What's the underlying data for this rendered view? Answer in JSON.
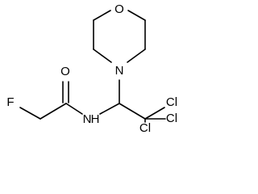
{
  "molecule": {
    "atoms": {
      "oxygen_ring": "O",
      "nitrogen_ring": "N",
      "oxygen_carbonyl": "O",
      "fluorine": "F",
      "nitrogen_amide": "N",
      "nitrogen_amide_h": "H",
      "chlorine_1": "Cl",
      "chlorine_2": "Cl",
      "chlorine_3": "Cl"
    }
  }
}
